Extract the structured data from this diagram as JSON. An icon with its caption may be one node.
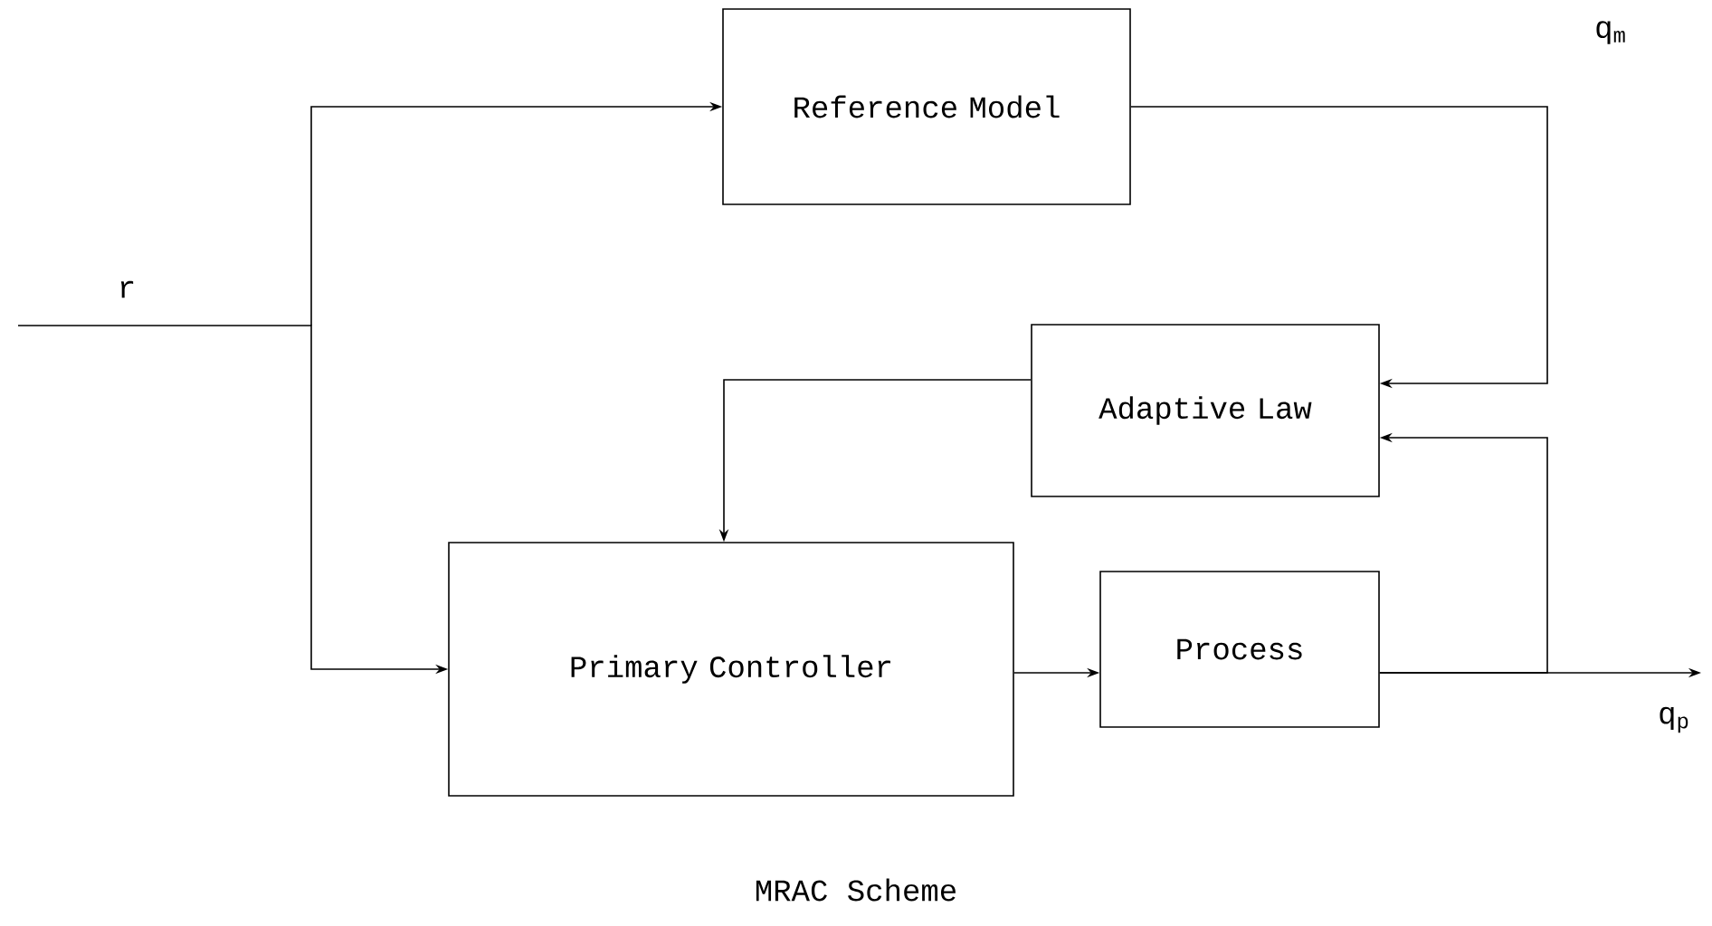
{
  "diagram": {
    "caption": "MRAC Scheme",
    "nodes": [
      {
        "text": [
          "Reference Model"
        ]
      },
      {
        "text": [
          "Adaptive Law"
        ]
      },
      {
        "text": [
          "Primary Controller"
        ]
      },
      {
        "text": [
          "Process"
        ]
      }
    ],
    "edges": [
      {
        "from": null,
        "to": 2,
        "arrow": "to",
        "label": "r"
      },
      {
        "from": null,
        "to": 0,
        "arrow": "to"
      },
      {
        "from": 0,
        "to": 1,
        "arrow": "to",
        "label": "q$_{m}$"
      },
      {
        "from": 3,
        "to": 1,
        "arrow": "to"
      },
      {
        "from": 1,
        "to": 2,
        "arrow": "to"
      },
      {
        "from": 2,
        "to": 3,
        "arrow": "to"
      },
      {
        "from": 3,
        "to": null,
        "arrow": "to",
        "label": "q$_{p}$"
      }
    ]
  }
}
